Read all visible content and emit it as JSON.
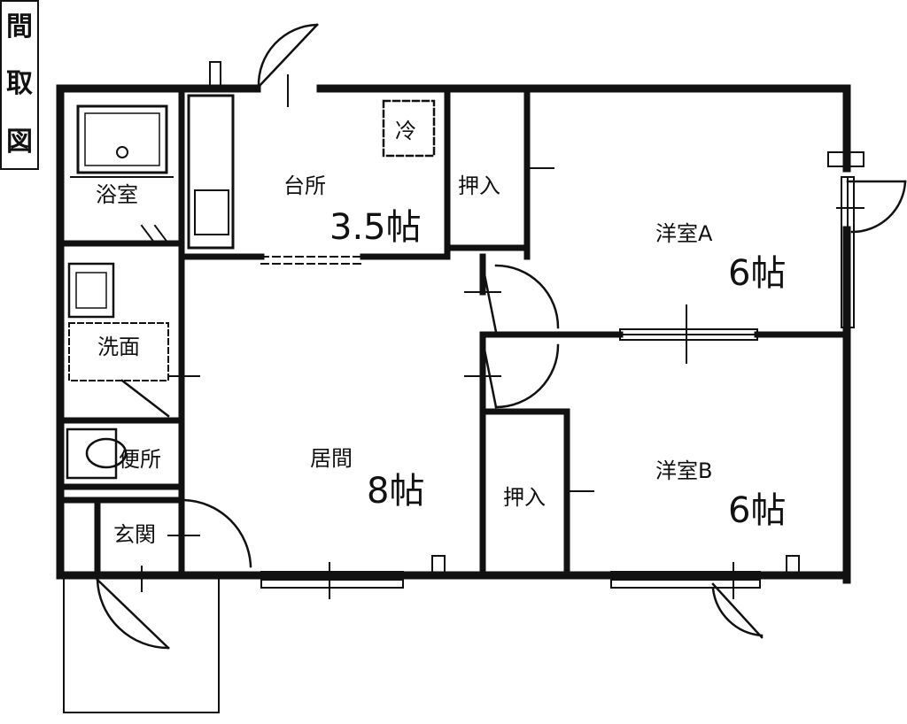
{
  "title": {
    "chars": [
      "間",
      "取",
      "図"
    ]
  },
  "rooms": {
    "bath": "浴室",
    "kitchen": "台所",
    "kitchen_size": "3.5帖",
    "fridge": "冷",
    "closet_top": "押入",
    "western_a": "洋室A",
    "western_a_size": "6帖",
    "washroom": "洗面",
    "toilet": "便所",
    "living": "居間",
    "living_size": "8帖",
    "closet_bottom": "押入",
    "western_b": "洋室B",
    "western_b_size": "6帖",
    "entrance": "玄関"
  }
}
